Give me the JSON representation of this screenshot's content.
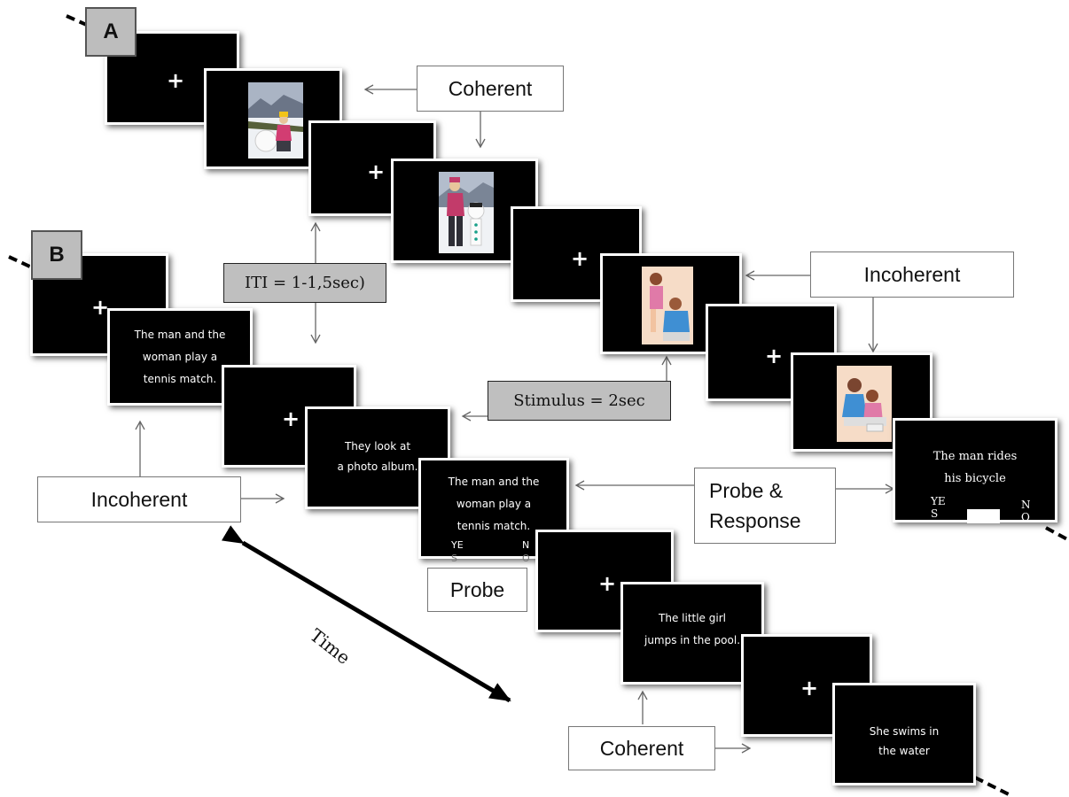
{
  "panel_tags": {
    "a": "A",
    "b": "B"
  },
  "fixation_symbol": "+",
  "labels": {
    "coherent_a": "Coherent",
    "incoherent_a": "Incoherent",
    "iti": "ITI = 1-1,5sec)",
    "stimulus": "Stimulus = 2sec",
    "incoherent_b": "Incoherent",
    "probe_response_line1": "Probe &",
    "probe_response_line2": "Response",
    "probe": "Probe",
    "coherent_b": "Coherent",
    "time": "Time"
  },
  "sentences": {
    "s1": [
      "The man and the",
      "woman play a",
      "tennis match."
    ],
    "s2": [
      "They look at",
      "a photo album."
    ],
    "probe_b": [
      "The man and the",
      "woman play a",
      "tennis match."
    ],
    "probe_b_yes": [
      "YE",
      "S"
    ],
    "probe_b_no": [
      "N",
      "O"
    ],
    "probe_a": [
      "The man rides",
      "his bicycle"
    ],
    "probe_a_yes": [
      "YE",
      "S"
    ],
    "probe_a_no": [
      "N",
      "O"
    ],
    "s3": [
      "The little girl",
      "jumps in the pool."
    ],
    "s4": [
      "She swims in",
      "the water"
    ]
  },
  "colors": {
    "screen": "#000000",
    "label_grey": "#bfbfbf",
    "tag_grey": "#bdbdbd",
    "arrow": "#666666"
  }
}
